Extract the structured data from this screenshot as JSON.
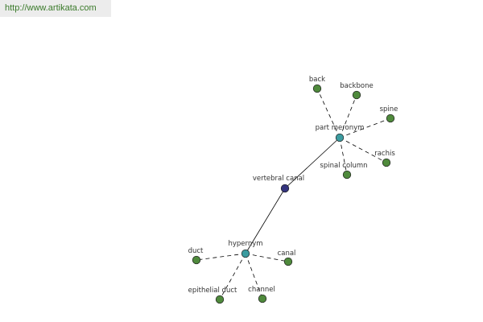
{
  "header": {
    "url": "http://www.artikata.com"
  },
  "colors": {
    "leaf": "#4f8a3c",
    "relation": "#3c9ca0",
    "center": "#34347e",
    "edge": "#000000"
  },
  "graph": {
    "center": {
      "label": "vertebral canal"
    },
    "relations": [
      {
        "id": "part-meronym",
        "label": "part meronym",
        "leaves": [
          "back",
          "backbone",
          "spine",
          "rachis",
          "spinal column"
        ]
      },
      {
        "id": "hypernym",
        "label": "hypernym",
        "leaves": [
          "duct",
          "canal",
          "epithelial duct",
          "channel"
        ]
      }
    ]
  }
}
